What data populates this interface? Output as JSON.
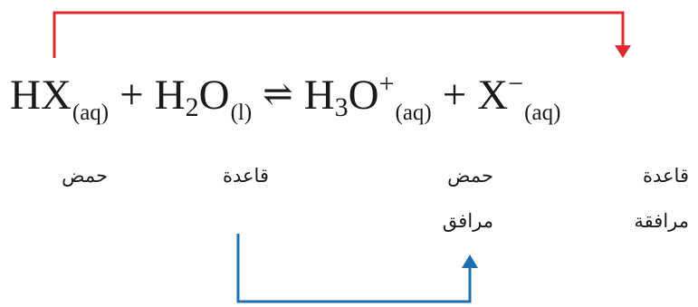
{
  "equation": {
    "reactant1": {
      "formula": "HX",
      "state": "(aq)"
    },
    "plus1": "+",
    "reactant2": {
      "part1": "H",
      "sub": "2",
      "part2": "O",
      "state": "(l)"
    },
    "equilibrium": "⇌",
    "product1": {
      "part1": "H",
      "sub": "3",
      "part2": "O",
      "charge": "+",
      "state": "(aq)"
    },
    "plus2": "+",
    "product2": {
      "formula": "X",
      "charge": "−",
      "state": "(aq)"
    }
  },
  "labels": {
    "acid": "حمض",
    "base": "قاعدة",
    "conjugate_acid_1": "حمض",
    "conjugate_acid_2": "مرافق",
    "conjugate_base_1": "قاعدة",
    "conjugate_base_2": "مرافقة"
  },
  "colors": {
    "acid_to_conjugate_base_arrow": "#e0262e",
    "base_to_conjugate_acid_arrow": "#1d6fb0"
  }
}
